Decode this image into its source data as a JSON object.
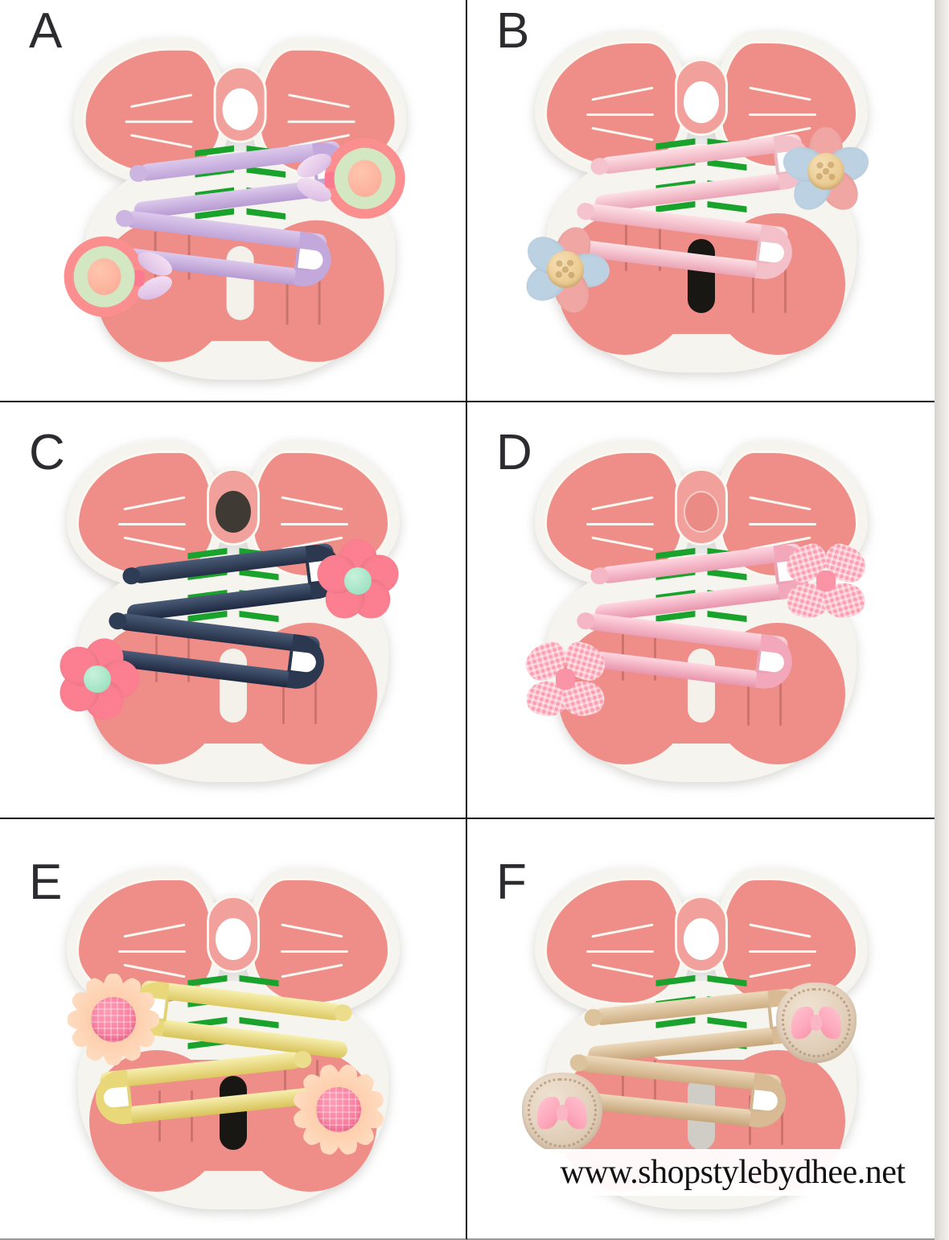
{
  "page": {
    "layout": "2-column x 3-row product variant grid",
    "background_color": "#ffffff",
    "divider_color": "#15161a",
    "edge_strip_color": "#d7d3ce"
  },
  "watermark": {
    "text": "www.shopstylebydhee.net"
  },
  "card": {
    "backer_color": "#f6f4ee",
    "printed_pink": "#ef8d88",
    "knot_pink": "#f2a09b",
    "chevron_green": "#1aa32c",
    "outline_white": "#fbf7f1"
  },
  "panels": [
    {
      "label": "A",
      "clip_color": "#c3a9db",
      "clip_color_light": "#d9c6ea",
      "decoration": "layered-flower",
      "decoration_outer_color": "#fb8f90",
      "decoration_inner_color": "#d3e8c2",
      "decoration_center_color": "#fba894",
      "accent": "lavender-leaf-pair",
      "hang_hole": "white"
    },
    {
      "label": "B",
      "clip_color": "#f3bfc9",
      "clip_color_light": "#fbdbe2",
      "decoration": "daisy-flower",
      "decoration_outer_color": "#f0a6a3",
      "decoration_inner_color": "#bcd2e2",
      "decoration_center_color": "#e9c88c",
      "accent": "seed-center",
      "hang_hole": "white"
    },
    {
      "label": "C",
      "clip_color": "#2b3850",
      "clip_color_light": "#42527044",
      "decoration": "five-petal-flower",
      "decoration_outer_color": "#fb7f90",
      "decoration_inner_color": "#fb7f90",
      "decoration_center_color": "#a8e6c8",
      "accent": "mint-center",
      "hang_hole": "dark"
    },
    {
      "label": "D",
      "clip_color": "#f2a7bb",
      "clip_color_light": "#fbc9d6",
      "decoration": "gingham-bow",
      "decoration_outer_color": "#fb9fb0",
      "decoration_inner_color": "#fb9fb0",
      "decoration_center_color": "#fa93a6",
      "accent": "checkered-texture",
      "hang_hole": "pink-plug"
    },
    {
      "label": "E",
      "clip_color": "#e8d87a",
      "clip_color_light": "#f2e9a8",
      "decoration": "sunflower",
      "decoration_outer_color": "#fbc49f",
      "decoration_inner_color": "#ffdcc0",
      "decoration_center_color": "#fb7b9d",
      "accent": "waffle-center",
      "hang_hole": "white"
    },
    {
      "label": "F",
      "clip_color": "#d8bb95",
      "clip_color_light": "#e7d1b0",
      "decoration": "cookie-heart-with-bow",
      "decoration_outer_color": "#ddc9b2",
      "decoration_inner_color": "#efe2d2",
      "decoration_center_color": "#fda8bb",
      "accent": "pink-bow",
      "hang_hole": "white"
    }
  ]
}
